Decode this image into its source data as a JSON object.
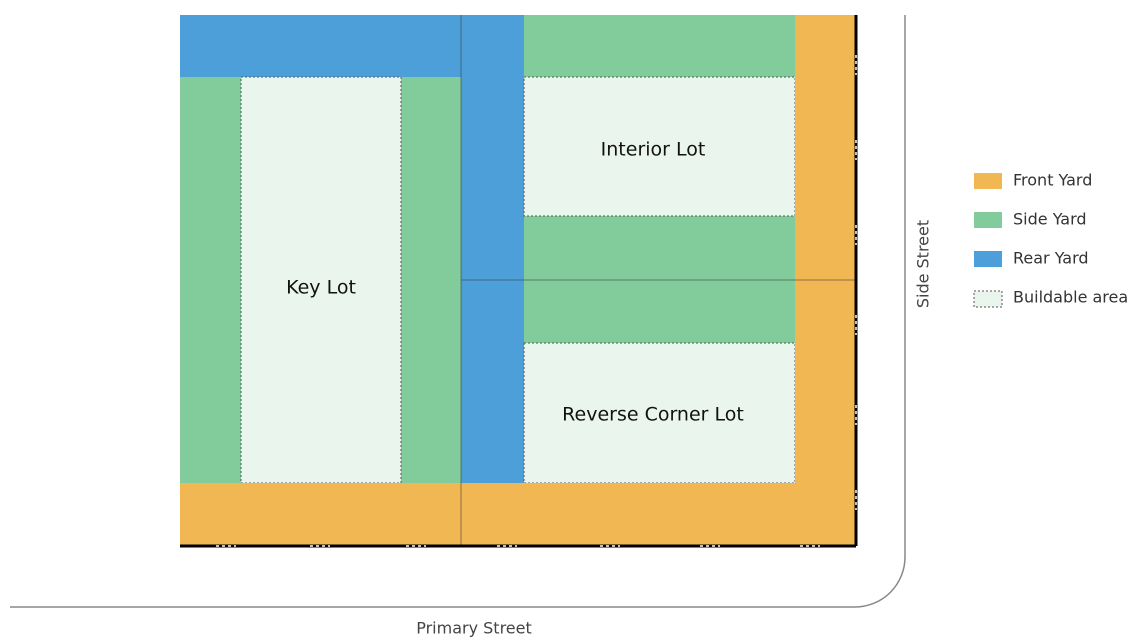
{
  "colors": {
    "front_yard": "#F0B752",
    "side_yard": "#82CB9B",
    "rear_yard": "#4C9FD8",
    "buildable": "#EAF5EE"
  },
  "lots": {
    "key_lot": "Key Lot",
    "interior_lot": "Interior Lot",
    "reverse_corner_lot": "Reverse Corner Lot"
  },
  "streets": {
    "primary": "Primary Street",
    "side": "Side Street"
  },
  "legend": {
    "front_yard": "Front Yard",
    "side_yard": "Side Yard",
    "rear_yard": "Rear Yard",
    "buildable": "Buildable area"
  }
}
